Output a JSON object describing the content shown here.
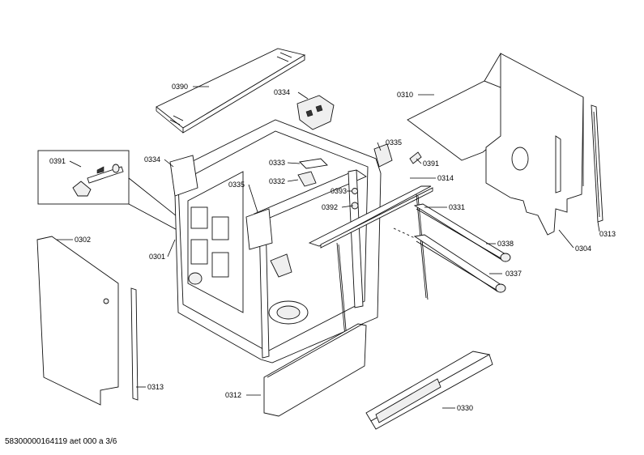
{
  "diagram": {
    "labels": {
      "l0390": "0390",
      "l0334a": "0334",
      "l0310": "0310",
      "l0391a": "0391",
      "l0334b": "0334",
      "l0335a": "0335",
      "l0333": "0333",
      "l0332": "0332",
      "l0335b": "0335",
      "l0391b": "0391",
      "l0314": "0314",
      "l0393": "0393",
      "l0392": "0392",
      "l0331": "0331",
      "l0302": "0302",
      "l0301": "0301",
      "l0338": "0338",
      "l0304": "0304",
      "l0313a": "0313",
      "l0337": "0337",
      "l0313b": "0313",
      "l0312": "0312",
      "l0330": "0330"
    }
  },
  "footer": {
    "doc_ref": "58300000164119 aet 000 a 3/6"
  }
}
